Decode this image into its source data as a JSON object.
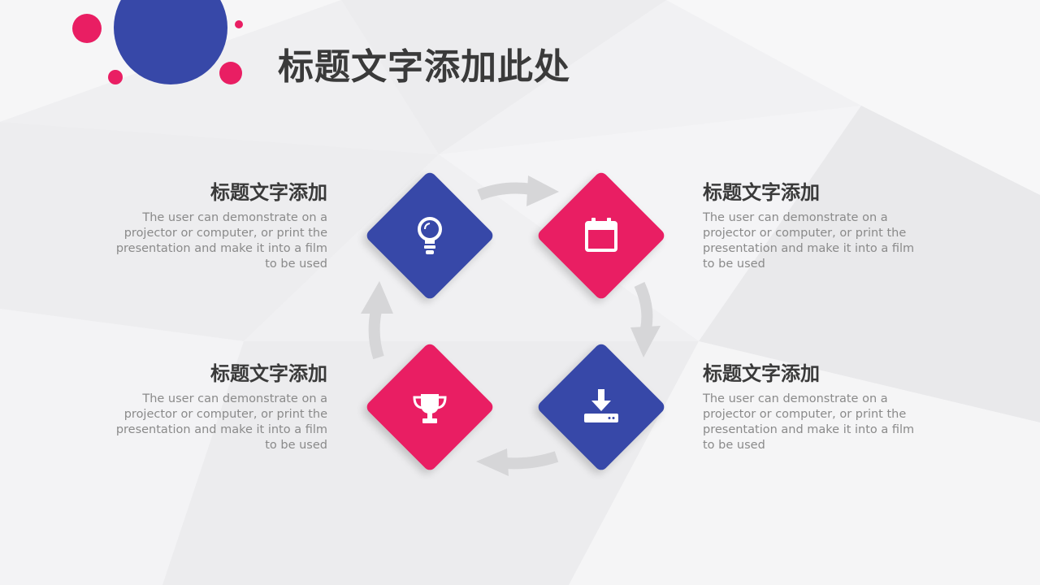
{
  "page": {
    "title": "标题文字添加此处"
  },
  "colors": {
    "blue": "#3748a8",
    "pink": "#e91e63",
    "text_dark": "#3a3a3a",
    "text_gray": "#8a8a8a",
    "arrow": "#d6d6d8"
  },
  "steps": [
    {
      "icon": "lightbulb-icon",
      "color": "blue",
      "title": "标题文字添加",
      "body": "The user can demonstrate on a projector or computer, or print the presentation and make it into a film to be used"
    },
    {
      "icon": "calendar-icon",
      "color": "pink",
      "title": "标题文字添加",
      "body": "The user can demonstrate on a projector or computer, or print the presentation and make it into a film to be used"
    },
    {
      "icon": "download-icon",
      "color": "blue",
      "title": "标题文字添加",
      "body": "The user can demonstrate on a projector or computer, or print the presentation and make it into a film to be used"
    },
    {
      "icon": "trophy-icon",
      "color": "pink",
      "title": "标题文字添加",
      "body": "The user can demonstrate on a projector or computer, or print the presentation and make it into a film to be used"
    }
  ]
}
